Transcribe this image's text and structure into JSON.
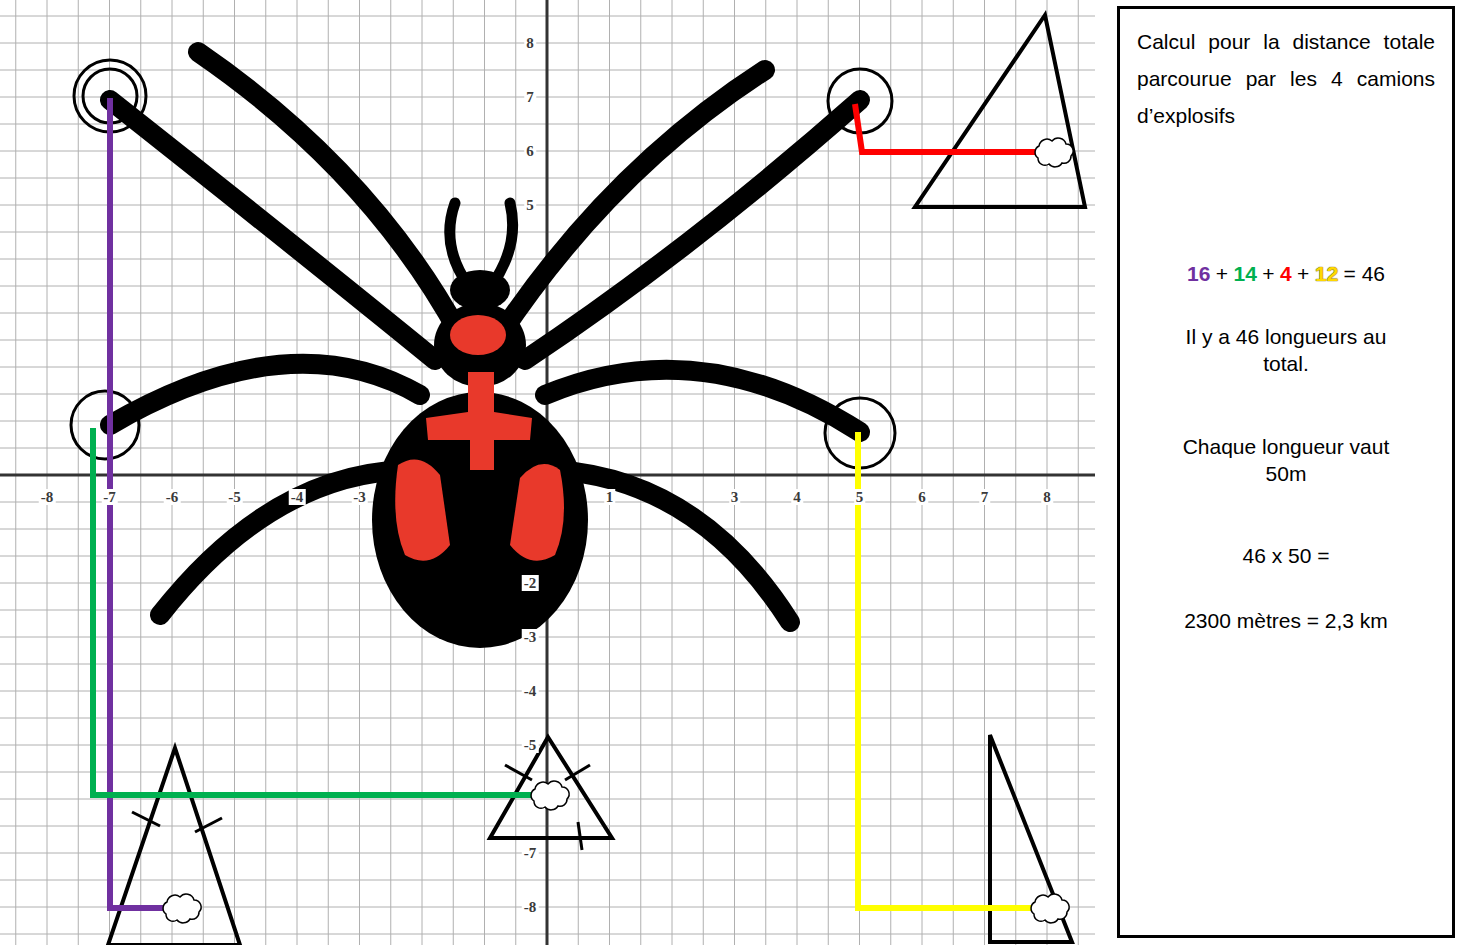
{
  "diagram": {
    "nodes": [
      {
        "text": [
          "Calcul pour la distance totale parcourue par les 4 camions d’explosifs",
          "16",
          "+",
          "14",
          "+",
          "4",
          "+",
          "12",
          "= 46",
          "Il y a 46 longueurs au total.",
          "Chaque longueur vaut 50m",
          "46 x 50 =",
          "2300 mètres = 2,3 km"
        ]
      }
    ],
    "labels": [
      "8",
      "7",
      "6",
      "5",
      "-8",
      "-7",
      "-6",
      "-5",
      "-4",
      "-3",
      "1",
      "3",
      "4",
      "5",
      "6",
      "7",
      "8",
      "-2",
      "-3",
      "-4",
      "-5",
      "-7",
      "-8"
    ]
  }
}
